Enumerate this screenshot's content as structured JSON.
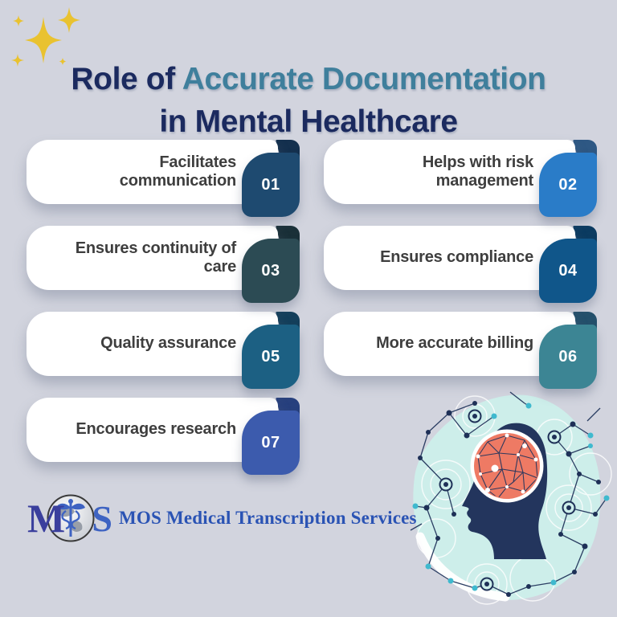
{
  "title": {
    "part1": "Role of ",
    "part2": "Accurate Documentation",
    "line2": "in Mental Healthcare"
  },
  "cards": [
    {
      "number": "01",
      "label": "Facilitates\ncommunication",
      "badge_color": "#1e4a70",
      "fold_color": "#14304e"
    },
    {
      "number": "02",
      "label": "Helps with risk\nmanagement",
      "badge_color": "#2a7cc8",
      "fold_color": "#2e5884"
    },
    {
      "number": "03",
      "label": "Ensures continuity of\ncare",
      "badge_color": "#2c4b54",
      "fold_color": "#1a3038"
    },
    {
      "number": "04",
      "label": "Ensures compliance",
      "badge_color": "#10568a",
      "fold_color": "#0b3b61"
    },
    {
      "number": "05",
      "label": "Quality assurance",
      "badge_color": "#1c6083",
      "fold_color": "#143f5b"
    },
    {
      "number": "06",
      "label": "More accurate billing",
      "badge_color": "#3c8594",
      "fold_color": "#24506b"
    },
    {
      "number": "07",
      "label": "Encourages research",
      "badge_color": "#3c5bad",
      "fold_color": "#27407e"
    }
  ],
  "logo": {
    "letter_m": "M",
    "letter_s": "S",
    "text": "MOS Medical Transcription Services"
  },
  "icons": {
    "sparkles": "sparkle-stars-icon",
    "logo_globe": "globe-caduceus-icon",
    "illustration": "head-brain-network-icon"
  },
  "colors": {
    "bg": "#d2d4de",
    "titleNavy": "#1b2a5f",
    "titleTeal": "#3f7f9c",
    "cardText": "#3e3e3e",
    "gold": "#e9c230",
    "blobMint": "#cdeeea",
    "headNavy": "#23355d",
    "brainCoral": "#ee7a64",
    "tealNode": "#3fb9ce",
    "navyNode": "#1e3057",
    "logoM": "#3a3f9d",
    "logoS": "#3e63c2",
    "logoText": "#2a53b4"
  }
}
